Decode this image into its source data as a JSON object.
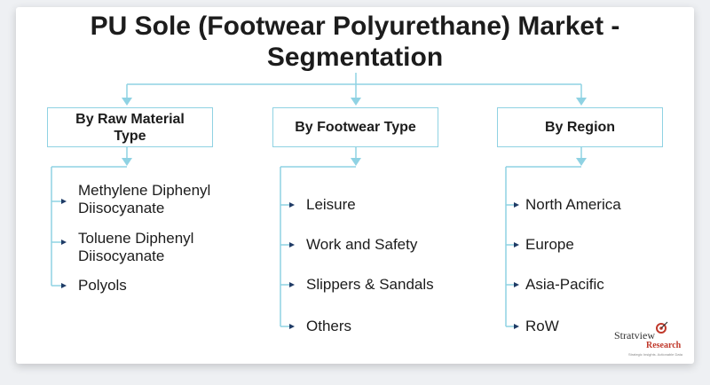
{
  "title": {
    "line1": "PU Sole (Footwear Polyurethane) Market -",
    "line2": "Segmentation"
  },
  "categories": [
    {
      "label": "By Raw Material Type",
      "items": [
        {
          "line1": "Methylene Diphenyl",
          "line2": "Diisocyanate"
        },
        {
          "line1": "Toluene Diphenyl",
          "line2": "Diisocyanate"
        },
        {
          "line1": "Polyols",
          "line2": ""
        }
      ]
    },
    {
      "label": "By Footwear Type",
      "items": [
        {
          "line1": "Leisure"
        },
        {
          "line1": "Work and Safety"
        },
        {
          "line1": "Slippers & Sandals"
        },
        {
          "line1": "Others"
        }
      ]
    },
    {
      "label": "By Region",
      "items": [
        {
          "line1": "North America"
        },
        {
          "line1": "Europe"
        },
        {
          "line1": "Asia-Pacific"
        },
        {
          "line1": "RoW"
        }
      ]
    }
  ],
  "logo": {
    "name": "Stratview",
    "sub": "Research",
    "tagline": "Strategic Insights. Actionable Data"
  },
  "colors": {
    "connector": "#8fd2e3",
    "arrow_small": "#1f3b66",
    "text": "#1c1c1c",
    "logo_red": "#c0392b"
  }
}
